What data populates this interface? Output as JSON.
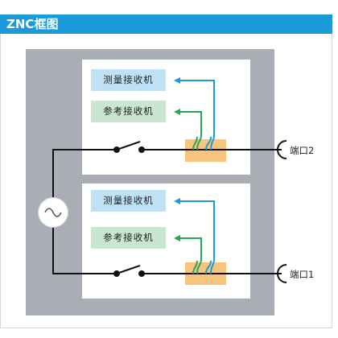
{
  "title": "ZNC框图",
  "receivers": {
    "top": {
      "measure": "测量接收机",
      "reference": "参考接收机"
    },
    "bottom": {
      "measure": "测量接收机",
      "reference": "参考接收机"
    }
  },
  "ports": {
    "port2": "端口2",
    "port1": "端口1"
  },
  "icons": {
    "source": "sine-wave-source-icon",
    "switch": "switch-icon"
  },
  "colors": {
    "title_bar": "#1a9ad9",
    "measure_path": "#1b9cd8",
    "reference_path": "#2ba35a",
    "coupler": "#f7c57e",
    "panel": "#a9aeb5"
  }
}
